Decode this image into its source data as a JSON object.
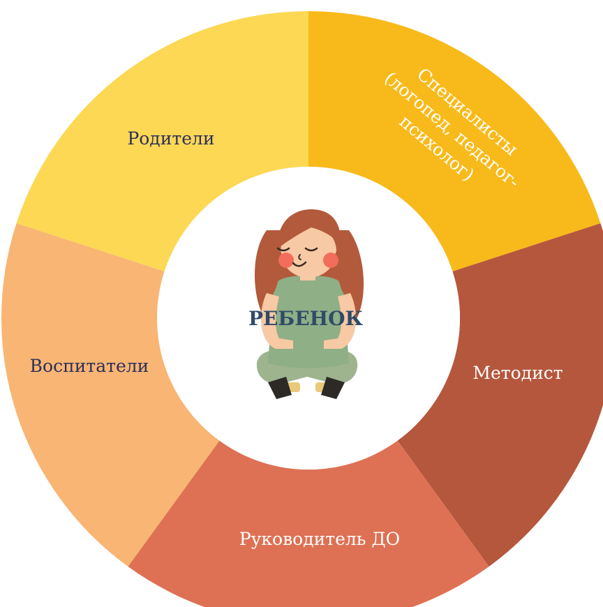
{
  "center": {
    "title": "РЕБЕНОК",
    "figure_icon": "child-sitting-icon"
  },
  "segments": [
    {
      "label": "Специалисты (логопед, педагог-психолог)",
      "lines": [
        "Специалисты",
        "(логопед, педагог-",
        "психолог)"
      ],
      "color": "#F8BA1B",
      "text_color": "#FFFFFF"
    },
    {
      "label": "Методист",
      "lines": [
        "Методист"
      ],
      "color": "#B5573D",
      "text_color": "#FFFFFF"
    },
    {
      "label": "Руководитель ДО",
      "lines": [
        "Руководитель ДО"
      ],
      "color": "#DE7154",
      "text_color": "#FFFFFF"
    },
    {
      "label": "Воспитатели",
      "lines": [
        "Воспитатели"
      ],
      "color": "#F8B573",
      "text_color": "#2D2F5A"
    },
    {
      "label": "Родители",
      "lines": [
        "Родители"
      ],
      "color": "#FCD855",
      "text_color": "#2D2F5A"
    }
  ],
  "colors": {
    "center_fill": "#FFFFFF",
    "title_color": "#2F4B68",
    "hair": "#B25A3B",
    "skin": "#F7C9A4",
    "cheeks": "#F26D5B",
    "shirt": "#8FAF86",
    "pants": "#9DB48F",
    "shoes": "#2D2A26",
    "socks": "#E9C97A",
    "face_lines": "#3A2A22"
  }
}
